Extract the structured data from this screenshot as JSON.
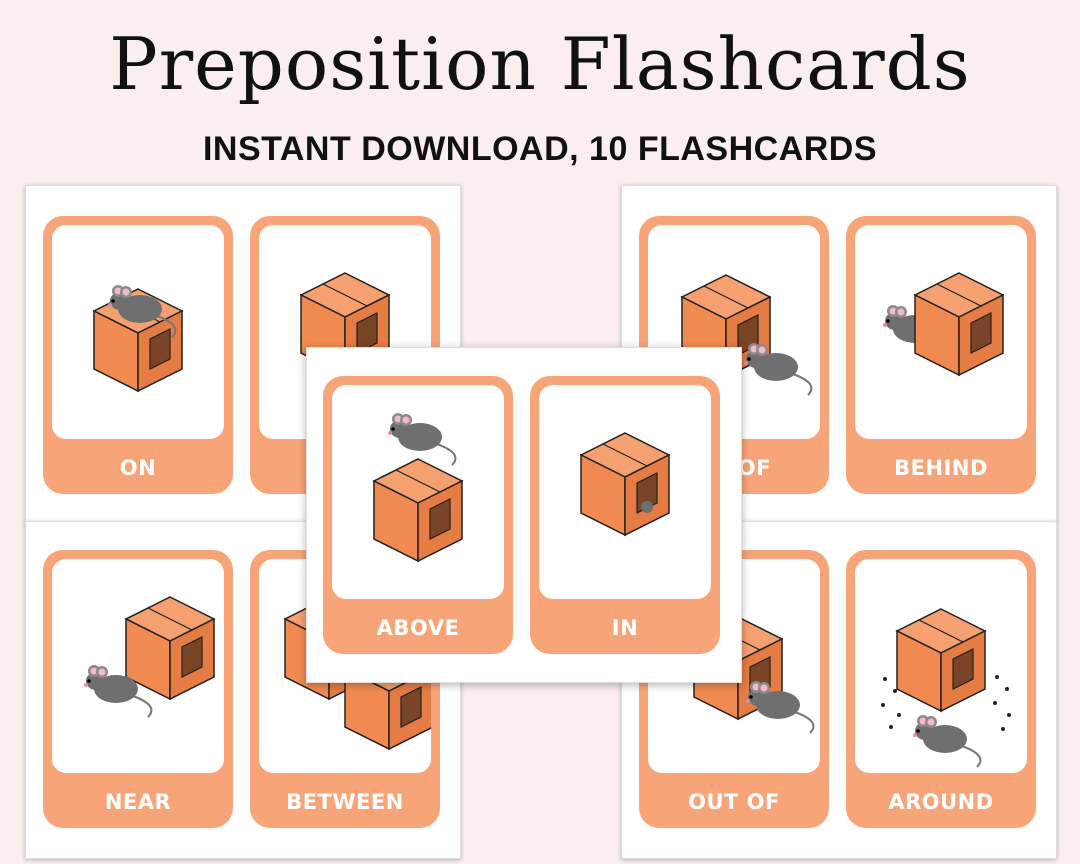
{
  "title": "Preposition Flashcards",
  "subtitle": "INSTANT DOWNLOAD, 10 FLASHCARDS",
  "colors": {
    "card": "#f7a578",
    "box": "#f08a50",
    "mouse": "#707070",
    "background": "#fbeeee"
  },
  "cards": {
    "on": "ON",
    "under": "",
    "in_front_of": "NT OF",
    "behind": "BEHIND",
    "near": "NEAR",
    "between": "BETWEEN",
    "out_of": "OUT OF",
    "around": "AROUND",
    "above": "ABOVE",
    "in": "IN"
  }
}
